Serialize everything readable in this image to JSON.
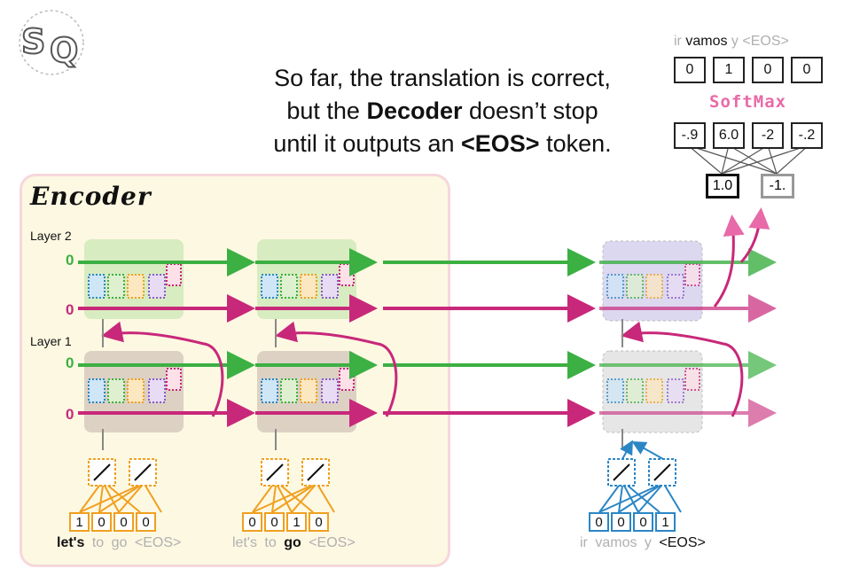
{
  "caption": {
    "line1": "So far, the translation is correct,",
    "line2_pre": "but the ",
    "line2_bold": "Decoder",
    "line2_post": " doesn’t stop",
    "line3_pre": "until it outputs an ",
    "line3_bold": "<EOS>",
    "line3_post": " token."
  },
  "encoder": {
    "title": "Encoder",
    "layer2_label": "Layer 2",
    "layer1_label": "Layer 1",
    "init_value": "0"
  },
  "inputs": [
    {
      "one_hot": [
        "1",
        "0",
        "0",
        "0"
      ],
      "tokens": [
        "let's",
        "to",
        "go",
        "<EOS>"
      ],
      "active_index": 0
    },
    {
      "one_hot": [
        "0",
        "0",
        "1",
        "0"
      ],
      "tokens": [
        "let's",
        "to",
        "go",
        "<EOS>"
      ],
      "active_index": 2
    }
  ],
  "decoder_input": {
    "one_hot": [
      "0",
      "0",
      "0",
      "1"
    ],
    "tokens": [
      "ir",
      "vamos",
      "y",
      "<EOS>"
    ],
    "active_index": 3
  },
  "output": {
    "tokens": [
      "ir",
      "vamos",
      "y",
      "<EOS>"
    ],
    "active_index": 1,
    "softmax_out": [
      "0",
      "1",
      "0",
      "0"
    ],
    "softmax_label": "SoftMax",
    "logits": [
      "-.9",
      "6.0",
      "-2",
      "-.2"
    ],
    "fc_values": [
      "1.0",
      "-1."
    ]
  },
  "colors": {
    "green": "#3cb043",
    "magenta": "#c8287a",
    "orange": "#f0a020",
    "blue": "#2b86c5",
    "pink": "#e86aa8"
  }
}
